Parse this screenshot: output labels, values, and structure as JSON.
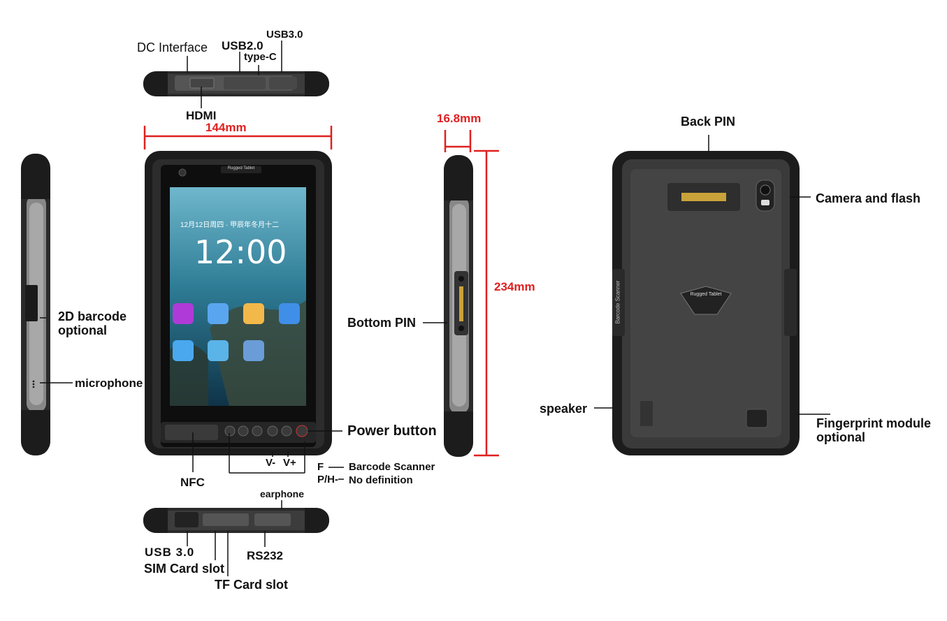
{
  "labels": {
    "dc_interface": "DC Interface",
    "usb20": "USB2.0",
    "usb30_top": "USB3.0",
    "type_c": "type-C",
    "hdmi": "HDMI",
    "barcode_2d": "2D barcode",
    "barcode_2d_sub": "optional",
    "microphone": "microphone",
    "power_button": "Power button",
    "bottom_pin": "Bottom PIN",
    "back_pin": "Back PIN",
    "camera_flash": "Camera and flash",
    "speaker": "speaker",
    "fingerprint": "Fingerprint module",
    "fingerprint_sub": "optional",
    "nfc": "NFC",
    "v_minus": "V-",
    "v_plus": "V+",
    "f_key": "F",
    "ph_key": "P/H-",
    "barcode_scanner": "Barcode Scanner",
    "no_definition": "No definition",
    "earphone": "earphone",
    "usb30_bottom": "USB 3.0",
    "sim_slot": "SIM Card slot",
    "tf_slot": "TF Card slot",
    "rs232": "RS232"
  },
  "dimensions": {
    "width": "144mm",
    "thickness": "16.8mm",
    "height": "234mm"
  },
  "screen": {
    "brand": "Rugged Tablet",
    "date": "12月12日周四 · 甲辰年冬月十二",
    "time": "12:00"
  },
  "back": {
    "logo": "Rugged Tablet",
    "side_text": "Barcode Scanner"
  },
  "colors": {
    "accent_red": "#e02020",
    "body_dark": "#2a2a2a",
    "rubber": "#1c1c1c"
  }
}
